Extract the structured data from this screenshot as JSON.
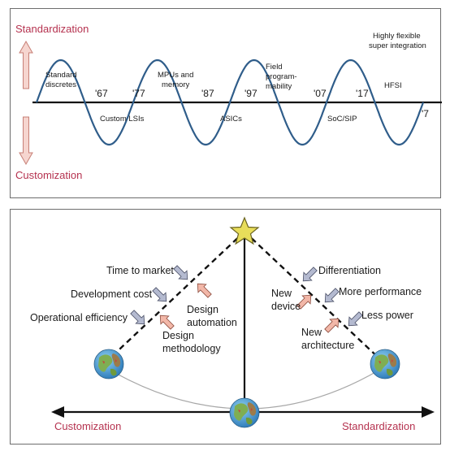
{
  "top": {
    "top_label": "Standardization",
    "bottom_label": "Customization",
    "years": [
      "'67",
      "'77",
      "'87",
      "'97",
      "'07",
      "'17",
      "'7"
    ],
    "peaks": [
      {
        "lines": [
          "Standard",
          "discretes"
        ]
      },
      {
        "lines": [
          "MPUs and",
          "memory"
        ]
      },
      {
        "lines": [
          "Field",
          "program-",
          "mability"
        ]
      },
      {
        "lines": [
          "HFSI"
        ]
      }
    ],
    "peak_caption": [
      "Highly flexible",
      "super integration"
    ],
    "troughs": [
      {
        "lines": [
          "Custom LSIs"
        ]
      },
      {
        "lines": [
          "ASICs"
        ]
      },
      {
        "lines": [
          "SoC/SIP"
        ]
      }
    ],
    "colors": {
      "wave": "#2f5d8a",
      "axis": "#111111",
      "arrow_fill": "#f6d5cf",
      "arrow_stroke": "#c77f76",
      "title_red": "#b5324f"
    }
  },
  "bottom": {
    "left_factors": [
      "Time to market",
      "Development cost",
      "Operational efficiency"
    ],
    "left_drivers": [
      [
        "Design",
        "automation"
      ],
      [
        "Design",
        "methodology"
      ]
    ],
    "right_factors": [
      "Differentiation",
      "More performance",
      "Less power"
    ],
    "right_drivers": [
      [
        "New",
        "device"
      ],
      [
        "New",
        "architecture"
      ]
    ],
    "axis_left": "Customization",
    "axis_right": "Standardization",
    "icons": [
      "star-icon",
      "globe-icon"
    ],
    "colors": {
      "star": "#e8dd5a",
      "star_stroke": "#6b6420",
      "arrow_gray": "#b4bad0",
      "arrow_pink": "#f2b7a8",
      "arc": "#a7a7a7",
      "globe_sea": "#3d8ec9",
      "globe_land": "#7fae52"
    }
  }
}
